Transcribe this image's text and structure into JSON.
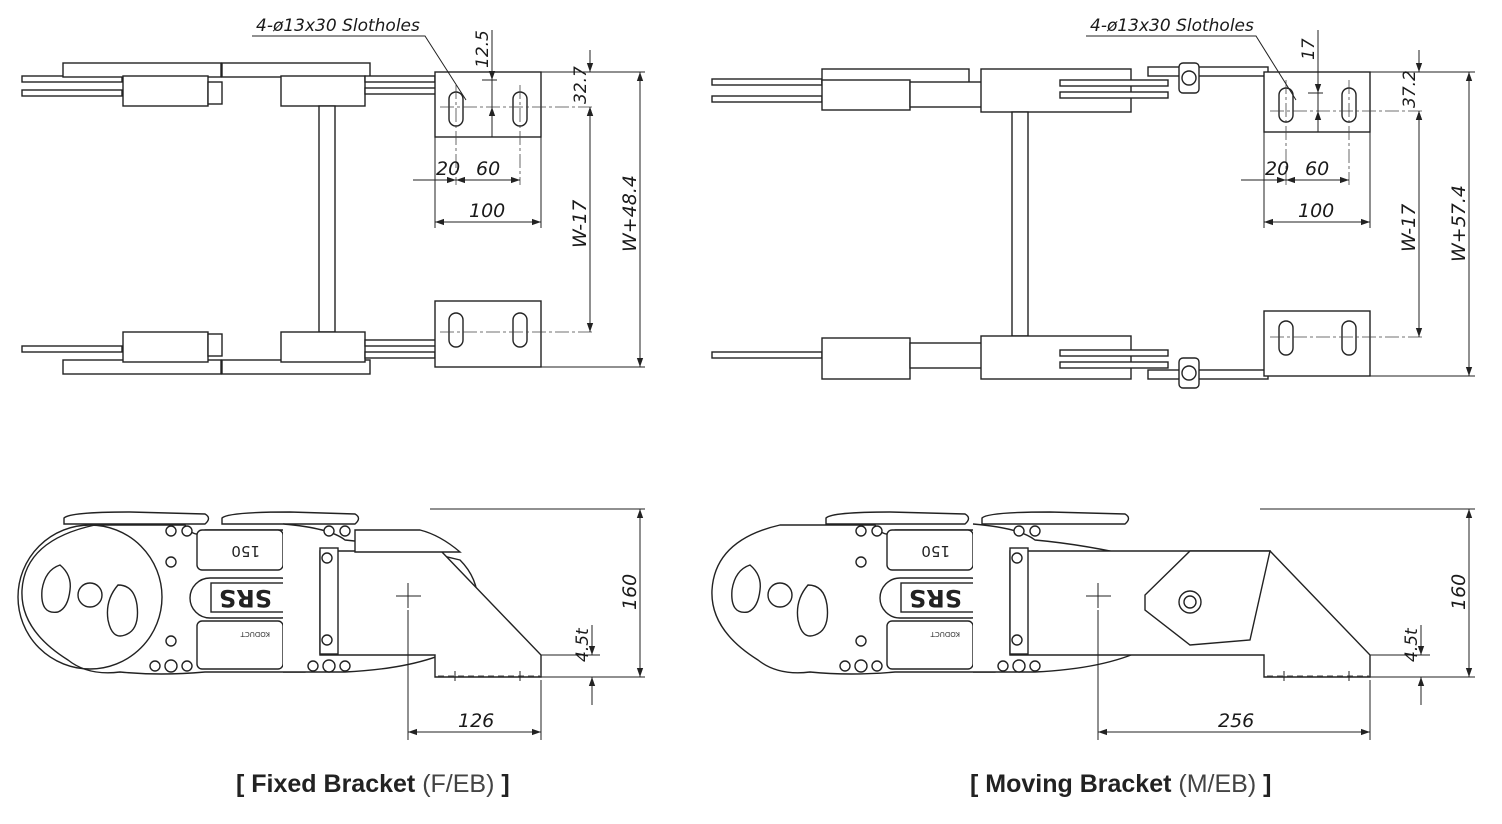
{
  "fixed": {
    "slot_callout": "4-ø13x30 Slotholes",
    "dim_hole_offset": "12.5",
    "dim_edge": "32.7",
    "dim_x1": "20",
    "dim_x2": "60",
    "dim_width": "100",
    "dim_inner": "W-17",
    "dim_outer": "W+48.4",
    "dim_height": "160",
    "dim_thick": "4.5t",
    "dim_length": "126",
    "plate_number": "150",
    "brand": "SRS",
    "plate_small": "KODUCT",
    "caption_bold": "[ Fixed Bracket",
    "caption_code": "(F/EB)",
    "caption_end": "]"
  },
  "moving": {
    "slot_callout": "4-ø13x30 Slotholes",
    "dim_hole_offset": "17",
    "dim_edge": "37.2",
    "dim_x1": "20",
    "dim_x2": "60",
    "dim_width": "100",
    "dim_inner": "W-17",
    "dim_outer": "W+57.4",
    "dim_height": "160",
    "dim_thick": "4.5t",
    "dim_length": "256",
    "plate_number": "150",
    "brand": "SRS",
    "plate_small": "KODUCT",
    "caption_bold": "[ Moving Bracket",
    "caption_code": "(M/EB)",
    "caption_end": "]"
  }
}
